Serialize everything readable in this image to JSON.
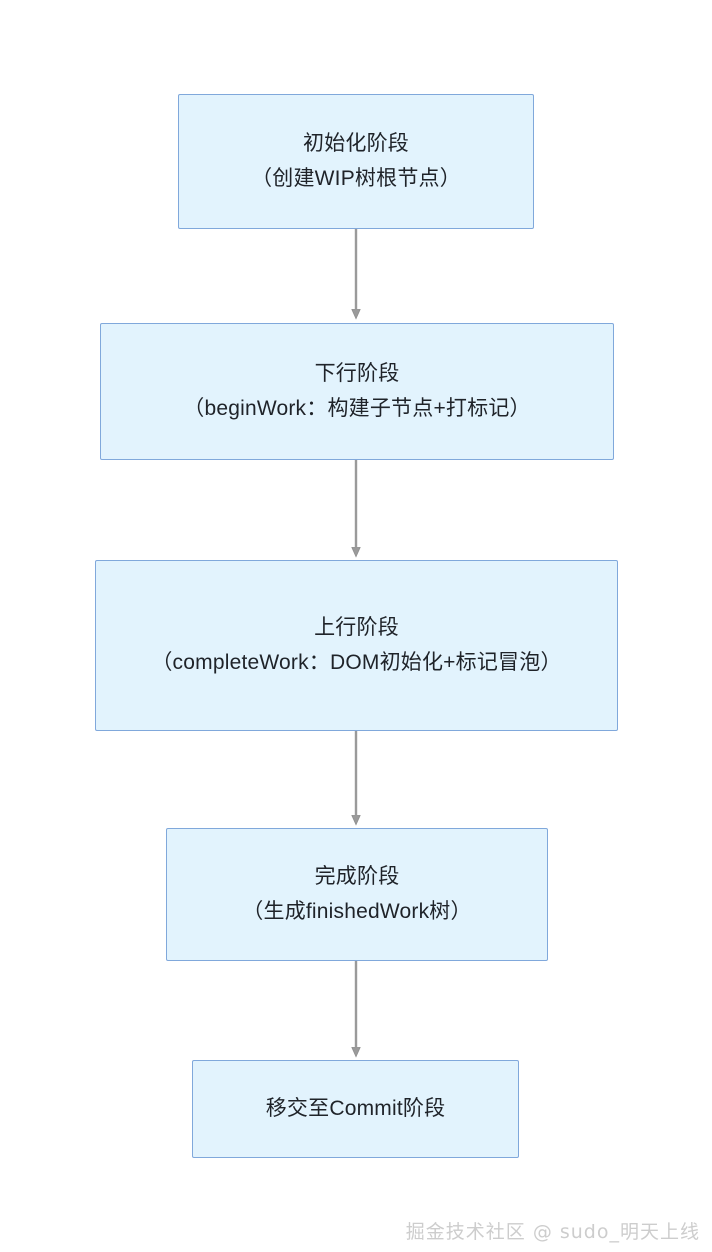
{
  "diagram": {
    "type": "flowchart",
    "orientation": "vertical",
    "background_color": "#ffffff",
    "node_fill_color": "#e2f3fd",
    "node_border_color": "#80a8db",
    "connector_color": "#8c8c8c",
    "text_color": "#1f2329",
    "nodes": [
      {
        "id": "init-phase",
        "lines": [
          "初始化阶段",
          "（创建WIP树根节点）"
        ]
      },
      {
        "id": "descend-phase",
        "lines": [
          "下行阶段",
          "（beginWork：构建子节点+打标记）"
        ]
      },
      {
        "id": "ascend-phase",
        "lines": [
          "上行阶段",
          "（completeWork：DOM初始化+标记冒泡）"
        ]
      },
      {
        "id": "complete-phase",
        "lines": [
          "完成阶段",
          "（生成finishedWork树）"
        ]
      },
      {
        "id": "handoff-commit",
        "lines": [
          "移交至Commit阶段"
        ]
      }
    ],
    "edges": [
      {
        "from": "init-phase",
        "to": "descend-phase",
        "label": ""
      },
      {
        "from": "descend-phase",
        "to": "ascend-phase",
        "label": ""
      },
      {
        "from": "ascend-phase",
        "to": "complete-phase",
        "label": ""
      },
      {
        "from": "complete-phase",
        "to": "handoff-commit",
        "label": ""
      }
    ]
  },
  "watermark": {
    "text": "掘金技术社区 @ sudo_明天上线"
  }
}
